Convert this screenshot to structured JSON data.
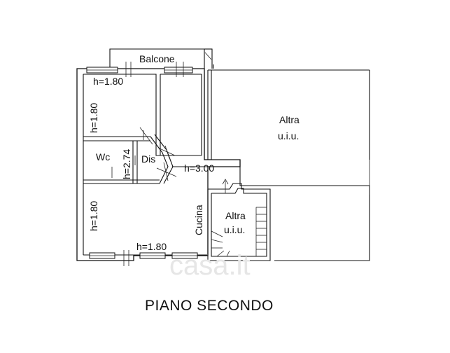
{
  "plan": {
    "title": "PIANO SECONDO",
    "watermark": "casa.it",
    "rooms": {
      "balcone": "Balcone",
      "wc": "Wc",
      "dis": "Dis",
      "cucina": "Cucina",
      "altra_large_line1": "Altra",
      "altra_large_line2": "u.i.u.",
      "altra_small_line1": "Altra",
      "altra_small_line2": "u.i.u."
    },
    "heights": {
      "top_room": "h=1.80",
      "top_room_side": "h=1.80",
      "wc": "h=2.74",
      "corridor": "h=3.00",
      "bottom_side": "h=1.80",
      "bottom": "h=1.80"
    }
  }
}
